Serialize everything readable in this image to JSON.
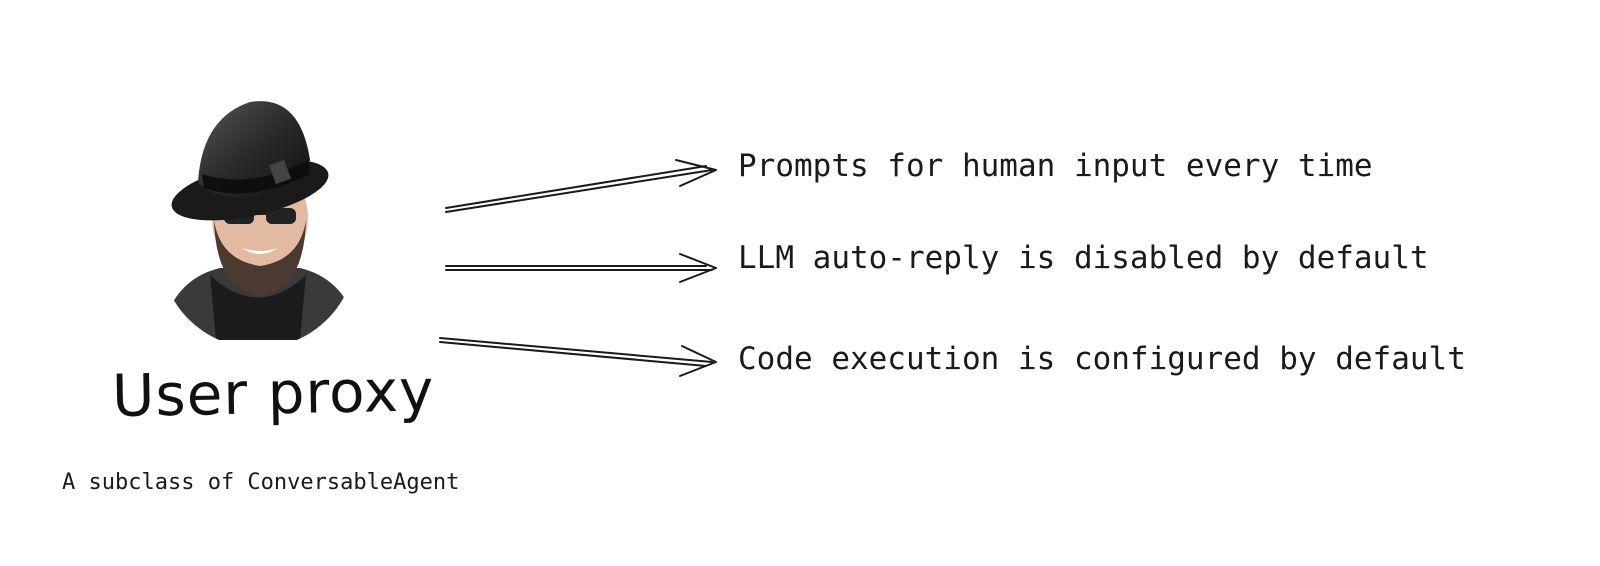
{
  "title": "User proxy",
  "subtitle": "A subclass of ConversableAgent",
  "features": [
    "Prompts for human input every time",
    "LLM auto-reply is disabled by default",
    "Code execution is configured by default"
  ],
  "avatar": {
    "icon": "person-with-fedora-icon"
  }
}
